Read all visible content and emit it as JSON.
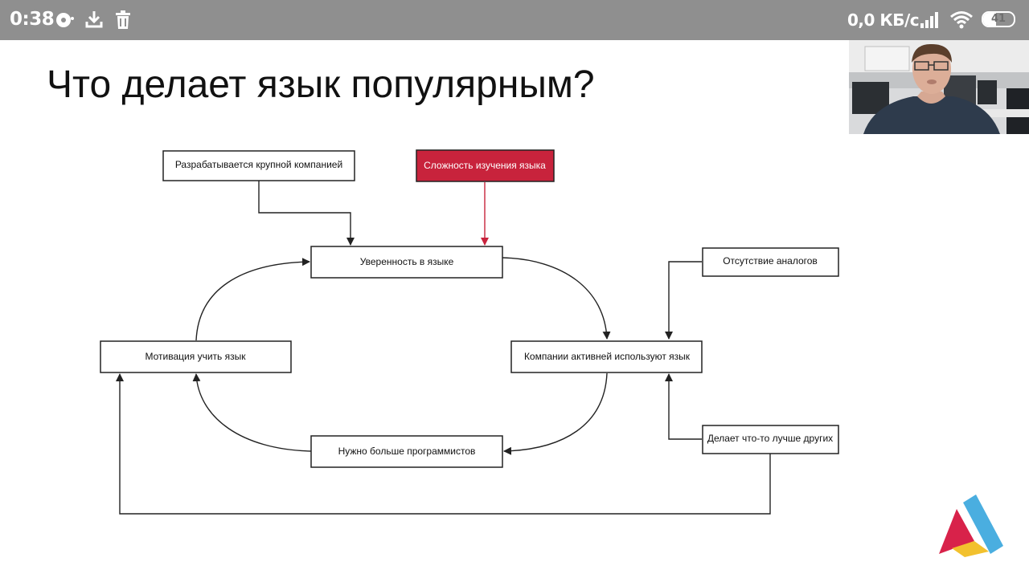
{
  "status_bar": {
    "time": "0:38",
    "net_speed": "0,0 КБ/с",
    "battery_level": "41",
    "battery_fraction": 0.41,
    "left_icons": [
      "record-icon",
      "download-icon",
      "trash-icon"
    ],
    "right_icons": [
      "signal-icon",
      "wifi-icon",
      "battery-icon"
    ]
  },
  "slide": {
    "title": "Что делает язык популярным?"
  },
  "diagram": {
    "nodes": {
      "big_company": "Разрабатывается крупной компанией",
      "complexity": "Сложность изучения языка",
      "confidence": "Уверенность в языке",
      "no_analogs": "Отсутствие аналогов",
      "motivation": "Мотивация учить язык",
      "companies_use": "Компании активней используют язык",
      "better": "Делает что-то лучше других",
      "more_programmers": "Нужно больше программистов"
    }
  },
  "colors": {
    "status_bar": "#8f8f8f",
    "accent_red": "#c8233c",
    "logo_blue": "#4aaee0",
    "logo_yellow": "#f2c12e",
    "logo_red": "#d8224a"
  },
  "overlay": {
    "webcam": "presenter-webcam"
  }
}
